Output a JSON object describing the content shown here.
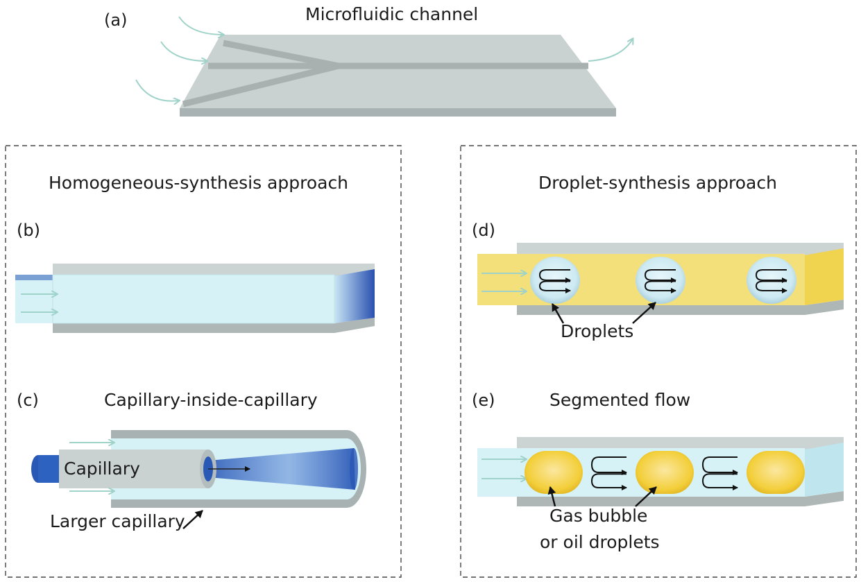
{
  "panel_a": {
    "letter": "(a)",
    "title": "Microfluidic channel"
  },
  "left_box": {
    "heading": "Homogeneous-synthesis approach",
    "panel_b": {
      "letter": "(b)"
    },
    "panel_c": {
      "letter": "(c)",
      "title": "Capillary-inside-capillary",
      "inner_label": "Capillary",
      "outer_label": "Larger capillary"
    }
  },
  "right_box": {
    "heading": "Droplet-synthesis approach",
    "panel_d": {
      "letter": "(d)",
      "callout": "Droplets"
    },
    "panel_e": {
      "letter": "(e)",
      "title": "Segmented flow",
      "callout_line1": "Gas bubble",
      "callout_line2": "or oil droplets"
    }
  },
  "colors": {
    "chip": "#c9d1d1",
    "chip_edge": "#a9b2b2",
    "arrow_teal": "#9fd2c8",
    "fluid_light": "#d7f2f7",
    "fluid_blue": "#2a58b5",
    "oil_yellow": "#f3e07a",
    "droplet": "#d8eef5",
    "dash": "#444444"
  }
}
